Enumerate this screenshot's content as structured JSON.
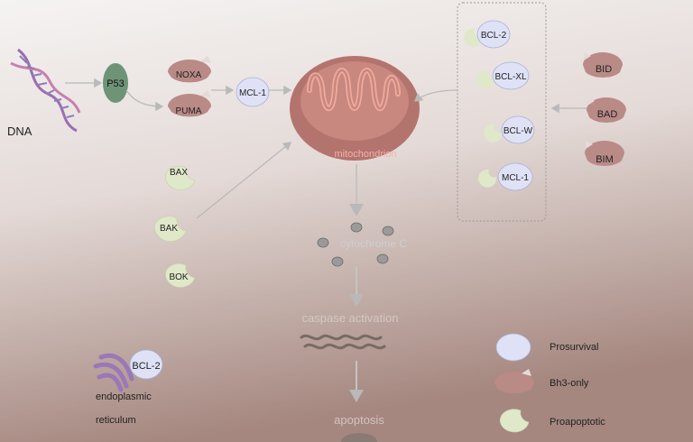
{
  "colors": {
    "background_top": "#f4f2f1",
    "background_bottom": "#a78a84",
    "prosurvival": "#dfe2f6",
    "bh3_only": "#b98a86",
    "proapoptotic": "#dfe8c8",
    "mitochondrion": "#b4746e",
    "mitochondrion_inner": "#e79f93",
    "p53": "#6e9478",
    "arrow": "#b9b9b9"
  },
  "nodes": {
    "dna": "DNA",
    "p53": "P53",
    "noxa": "NOXA",
    "puma": "PUMA",
    "mcl1_left": "MCL-1",
    "mitochondrion": "mitochondrion",
    "bcl2_box": "BCL-2",
    "bclxl": "BCL-XL",
    "bclw": "BCL-W",
    "mcl1_box": "MCL-1",
    "bid": "BID",
    "bad": "BAD",
    "bim": "BIM",
    "bax": "BAX",
    "bak": "BAK",
    "bok": "BOK",
    "cytochrome_c": "cytochrome C",
    "caspase_activation": "caspase activation",
    "apoptosis": "apoptosis",
    "bcl2_er": "BCL-2",
    "er_label_line1": "endoplasmic",
    "er_label_line2": "reticulum"
  },
  "legend": {
    "prosurvival": "Prosurvival",
    "bh3_only": "Bh3-only",
    "proapoptotic": "Proapoptotic"
  }
}
